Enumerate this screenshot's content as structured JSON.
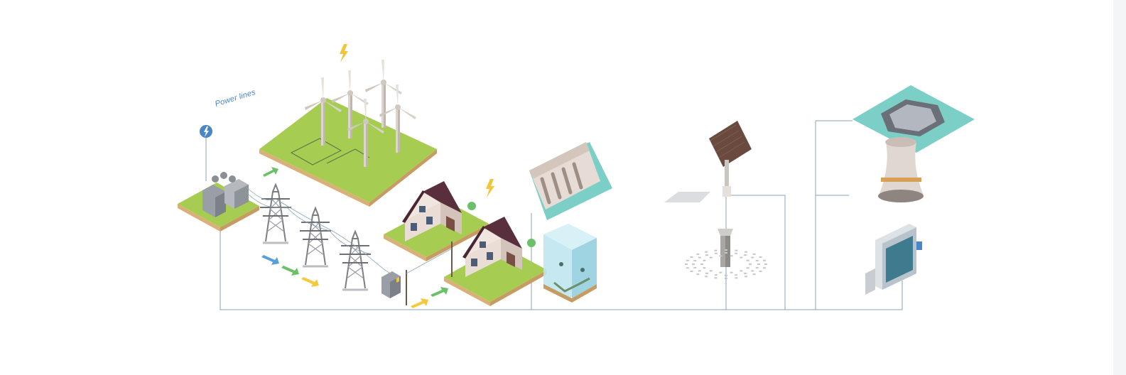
{
  "labels": {
    "power_lines": "Power lines"
  },
  "icons": {
    "power_lines_marker": "lightning-bolt-pin",
    "wind_bolt": "lightning-bolt",
    "house_bolt": "lightning-bolt"
  },
  "colors": {
    "grass": "#a6cd52",
    "soil": "#d9b078",
    "lines": "#8aa3b5",
    "accent_blue": "#4a86c6",
    "bolt": "#f2c53a",
    "teal_ground": "#7ccfc7",
    "roof": "#5a2f3d",
    "arrow_blue": "#5aa0d8",
    "arrow_green": "#6cc06a",
    "arrow_yellow": "#f4c93a"
  }
}
